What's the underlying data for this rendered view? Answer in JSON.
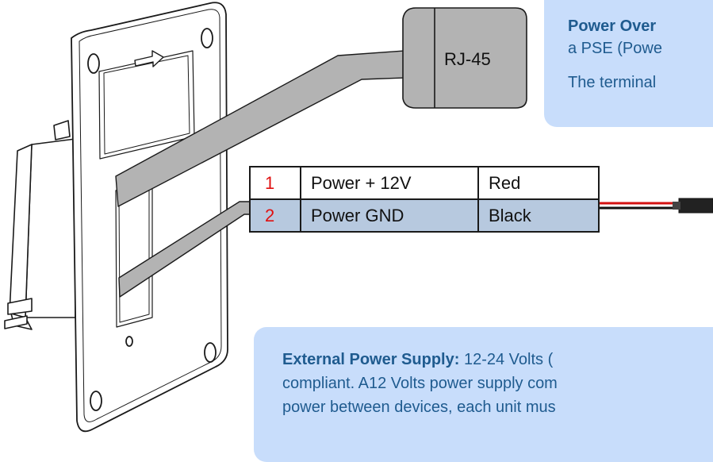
{
  "rj45": {
    "label": "RJ-45"
  },
  "poe_callout": {
    "title": "Power Over",
    "line2": "a PSE (Powe",
    "line3": "The terminal"
  },
  "wire_table": {
    "rows": [
      {
        "pin": "1",
        "signal": "Power + 12V",
        "color": "Red"
      },
      {
        "pin": "2",
        "signal": "Power GND",
        "color": "Black"
      }
    ]
  },
  "ext_callout": {
    "title": "External Power Supply:",
    "line1_rest": " 12-24 Volts (",
    "line2": "compliant. A12 Volts power supply com",
    "line3": "power between devices, each unit mus"
  },
  "colors": {
    "callout_bg": "#c8ddfb",
    "callout_text": "#1f5b8f",
    "pin_number": "#e01010",
    "row2_bg": "#b7c9df",
    "connector_gray": "#b3b3b3",
    "wire_red": "#d31111",
    "wire_black": "#111111"
  },
  "icons": [
    "arrow-right-icon"
  ]
}
